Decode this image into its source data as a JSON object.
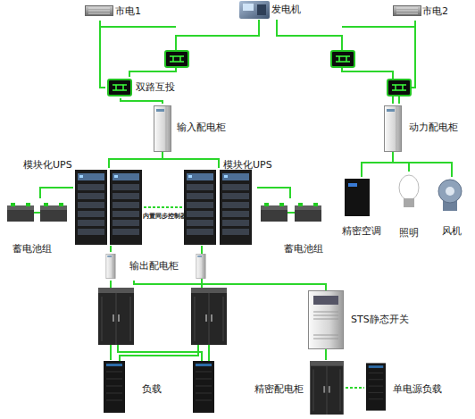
{
  "diagram": {
    "nodes": [
      {
        "text": [
          "市电1"
        ]
      },
      {
        "text": [
          "发电机"
        ]
      },
      {
        "text": [
          "市电2"
        ]
      },
      {
        "text": [
          "双路互投"
        ]
      },
      {
        "text": [
          "输入配电柜"
        ]
      },
      {
        "text": [
          "动力配电柜"
        ]
      },
      {
        "text": [
          "模块化UPS"
        ]
      },
      {
        "text": [
          "模块化UPS"
        ]
      },
      {
        "text": [
          "蓄电池组"
        ]
      },
      {
        "text": [
          "蓄电池组"
        ]
      },
      {
        "text": [
          "精密空调"
        ]
      },
      {
        "text": [
          "照明"
        ]
      },
      {
        "text": [
          "风机"
        ]
      },
      {
        "text": [
          "输出配电柜"
        ]
      },
      {
        "text": [
          "STS静态开关"
        ]
      },
      {
        "text": [
          "负载"
        ]
      },
      {
        "text": [
          "精密配电柜"
        ]
      },
      {
        "text": [
          "单电源负载"
        ]
      }
    ],
    "edges": [
      {
        "from": 0,
        "to": 3,
        "arrow": "none"
      },
      {
        "from": 1,
        "to": 3,
        "arrow": "none"
      },
      {
        "from": 2,
        "to": 5,
        "arrow": "none"
      },
      {
        "from": 1,
        "to": 5,
        "arrow": "none"
      },
      {
        "from": 3,
        "to": 4,
        "arrow": "none"
      },
      {
        "from": 4,
        "to": 6,
        "arrow": "none"
      },
      {
        "from": 4,
        "to": 7,
        "arrow": "none"
      },
      {
        "from": 6,
        "to": 8,
        "arrow": "none"
      },
      {
        "from": 7,
        "to": 9,
        "arrow": "none"
      },
      {
        "from": 5,
        "to": 10,
        "arrow": "none"
      },
      {
        "from": 5,
        "to": 11,
        "arrow": "none"
      },
      {
        "from": 5,
        "to": 12,
        "arrow": "none"
      },
      {
        "from": 6,
        "to": 13,
        "arrow": "none"
      },
      {
        "from": 13,
        "to": 15,
        "arrow": "none"
      },
      {
        "from": 13,
        "to": 14,
        "arrow": "none"
      },
      {
        "from": 14,
        "to": 16,
        "arrow": "none"
      },
      {
        "from": 16,
        "to": 17,
        "arrow": "none"
      }
    ],
    "labels": [
      "内置同步控制器"
    ]
  }
}
